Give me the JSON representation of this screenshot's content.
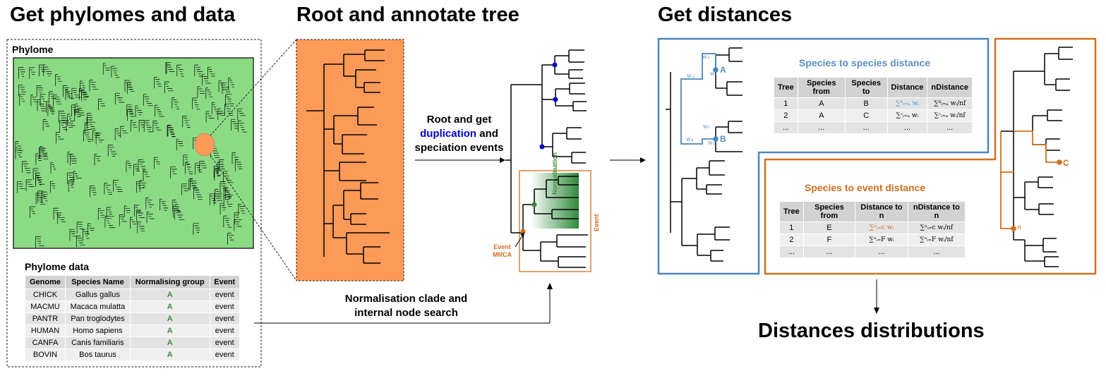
{
  "headings": {
    "step1": "Get phylomes and data",
    "step2": "Root and annotate tree",
    "step3": "Get distances",
    "result": "Distances distributions"
  },
  "phylome": {
    "label": "Phylome",
    "data_label": "Phylome data",
    "table": {
      "headers": [
        "Genome",
        "Species Name",
        "Normalising group",
        "Event"
      ],
      "rows": [
        [
          "CHICK",
          "Gallus gallus",
          "A",
          "event"
        ],
        [
          "MACMU",
          "Macaca mulatta",
          "A",
          "event"
        ],
        [
          "PANTR",
          "Pan troglodytes",
          "A",
          "event"
        ],
        [
          "HUMAN",
          "Homo sapiens",
          "A",
          "event"
        ],
        [
          "CANFA",
          "Canis familiaris",
          "A",
          "event"
        ],
        [
          "BOVIN",
          "Bos taurus",
          "A",
          "event"
        ]
      ]
    }
  },
  "root_step": {
    "line1": "Root and get",
    "dup_word": "duplication",
    "and_word": "and",
    "line3": "speciation events",
    "normalisation_label": "Normalisation",
    "event_label": "Event",
    "event_mrca_1": "Event",
    "event_mrca_2": "MRCA",
    "search_line1": "Normalisation clade and",
    "search_line2": "internal node search"
  },
  "distances": {
    "s2s_title": "Species to species distance",
    "s2s_table": {
      "headers": [
        "Tree",
        "Species from",
        "Species to",
        "Distance",
        "nDistance"
      ],
      "rows": [
        [
          "1",
          "A",
          "B",
          "∑ᴮᵢ₌ₐ wᵢ",
          "∑ᴮᵢ₌ₐ wᵢ/nf"
        ],
        [
          "2",
          "A",
          "C",
          "∑ᶜᵢ₌ₐ wᵢ",
          "∑ᶜᵢ₌ₐ wᵢ/nf"
        ],
        [
          "...",
          "...",
          "...",
          "...",
          "..."
        ]
      ]
    },
    "s2e_title": "Species to event distance",
    "s2e_table": {
      "headers": [
        "Tree",
        "Species from",
        "Distance to n",
        "nDistance to n"
      ],
      "rows": [
        [
          "1",
          "E",
          "∑ⁿᵢ₌c wᵢ",
          "∑ⁿᵢ₌c wᵢ/nf"
        ],
        [
          "2",
          "F",
          "∑ⁿᵢ₌F wᵢ",
          "∑ⁿᵢ₌F wᵢ/nf"
        ],
        [
          "...",
          "...",
          "...",
          "..."
        ]
      ]
    },
    "node_a": "A",
    "node_b": "B",
    "node_c": "C",
    "node_n": "n",
    "w1": "w₁",
    "w2": "w₂",
    "w3": "w₃",
    "w4": "w₄"
  },
  "colors": {
    "phylome_green": "#8bdb85",
    "tree_orange": "#fd9a57",
    "blue_box": "#4a86bf",
    "orange_box": "#d26f1e",
    "duplication_blue": "#0000d0",
    "group_green": "#3a8f3a"
  }
}
